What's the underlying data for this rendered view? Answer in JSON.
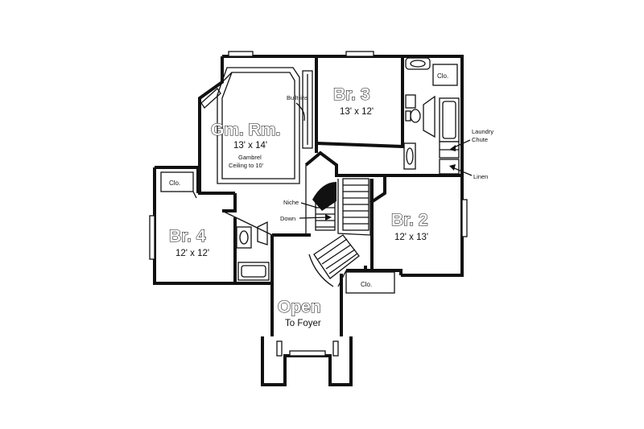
{
  "rooms": {
    "game_room": {
      "name": "Gm. Rm.",
      "size": "13' x 14'",
      "note_line1": "Gambrel",
      "note_line2": "Ceiling to 10'"
    },
    "bedroom_3": {
      "name": "Br. 3",
      "size": "13' x 12'"
    },
    "bedroom_4": {
      "name": "Br. 4",
      "size": "12' x 12'"
    },
    "bedroom_2": {
      "name": "Br. 2",
      "size": "12' x 13'"
    },
    "open_area": {
      "name": "Open",
      "sub": "To Foyer"
    }
  },
  "labels": {
    "built_ins": "Built-ins",
    "niche": "Niche",
    "down": "Down",
    "laundry_line1": "Laundry",
    "laundry_line2": "Chute",
    "linen": "Linen",
    "closet": "Clo."
  }
}
